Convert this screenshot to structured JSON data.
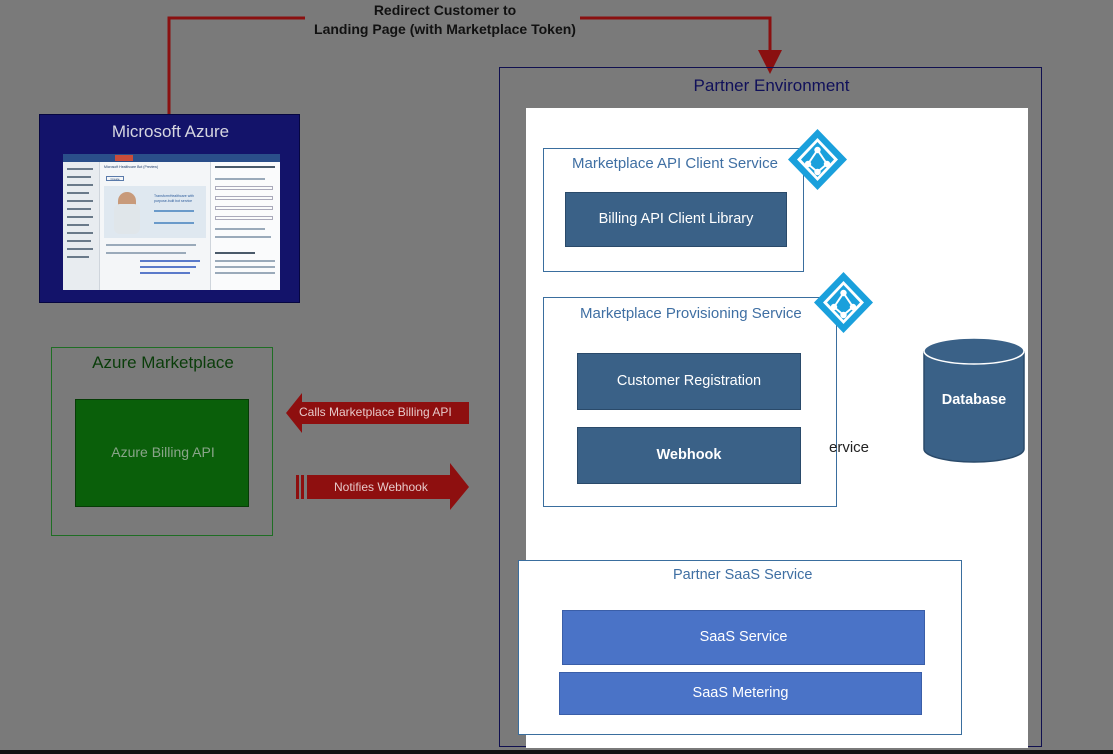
{
  "redirect": {
    "line1": "Redirect Customer to",
    "line2": "Landing Page (with Marketplace Token)"
  },
  "azure": {
    "title": "Microsoft Azure",
    "screenshot": {
      "heading": "Microsoft Healthcare Bot (Preview)",
      "promo_lines": [
        "TransformHealthcare with",
        "purpose-built bot service"
      ],
      "button": "Create"
    }
  },
  "marketplace": {
    "title": "Azure Marketplace",
    "billing_api": "Azure Billing API"
  },
  "arrows": {
    "calls_billing": "Calls Marketplace Billing API",
    "notifies_webhook": "Notifies Webhook"
  },
  "partner": {
    "title": "Partner Environment",
    "api_client_service": {
      "title": "Marketplace API Client Service",
      "library": "Billing API Client Library"
    },
    "provisioning_service": {
      "title": "Marketplace Provisioning Service",
      "registration": "Customer Registration",
      "webhook": "Webhook",
      "clipped_text": "ervice"
    },
    "database": "Database",
    "saas": {
      "title": "Partner SaaS Service",
      "service": "SaaS Service",
      "metering": "SaaS Metering"
    }
  },
  "colors": {
    "redirect_line": "#8a1010",
    "arrow_red": "#8e0f0f",
    "connector_blue": "#4a73a8",
    "connector_orange": "#e07a2a",
    "identity_icon": "#1aa0dc"
  },
  "icons": [
    "azure-ad-identity-icon",
    "database-cylinder-icon"
  ]
}
